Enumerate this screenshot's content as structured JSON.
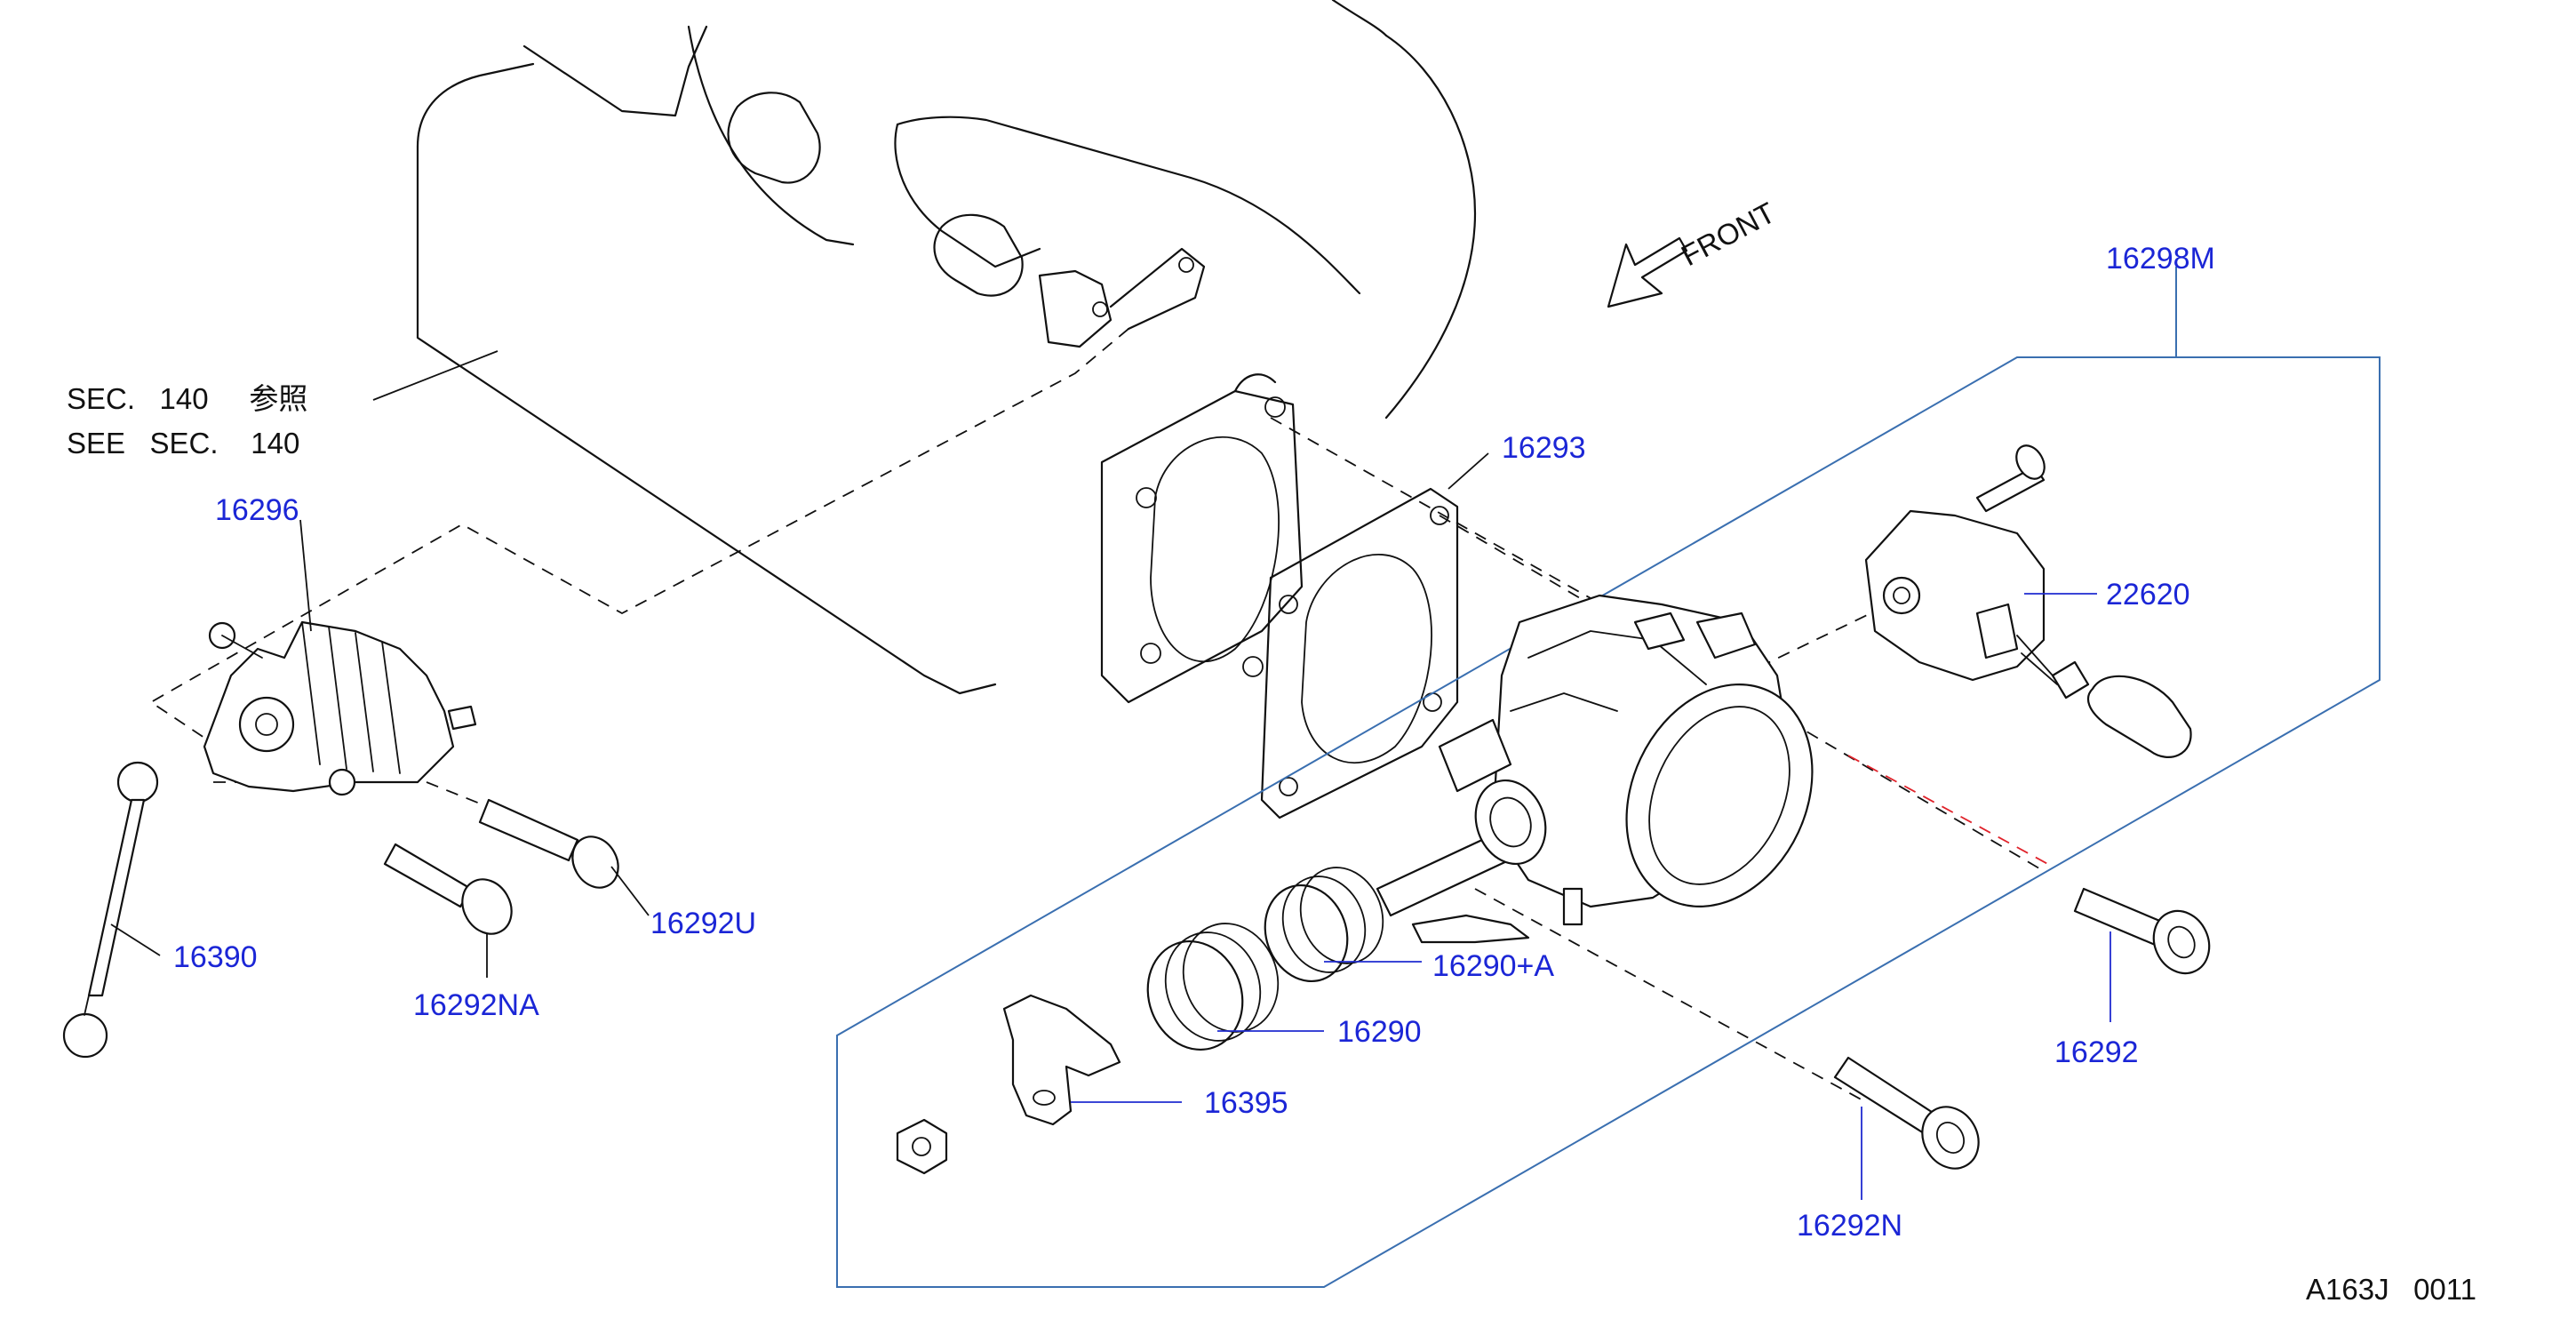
{
  "diagram": {
    "front_label": "FRONT",
    "section_ref_jp": "SEC.   140     参照",
    "section_ref_en": "SEE   SEC.    140",
    "drawing_code": "A163J   0011",
    "part_numbers": {
      "p16298M": "16298M",
      "p16293": "16293",
      "p16296": "16296",
      "p22620": "22620",
      "p16292U": "16292U",
      "p16390": "16390",
      "p16292NA": "16292NA",
      "p16290A": "16290+A",
      "p16290": "16290",
      "p16292": "16292",
      "p16395": "16395",
      "p16292N": "16292N"
    },
    "colors": {
      "part_number": "#1b26d6",
      "assembly_box": "#3a6fb0",
      "line": "#111111",
      "highlight_dash": "#e0222a"
    }
  }
}
